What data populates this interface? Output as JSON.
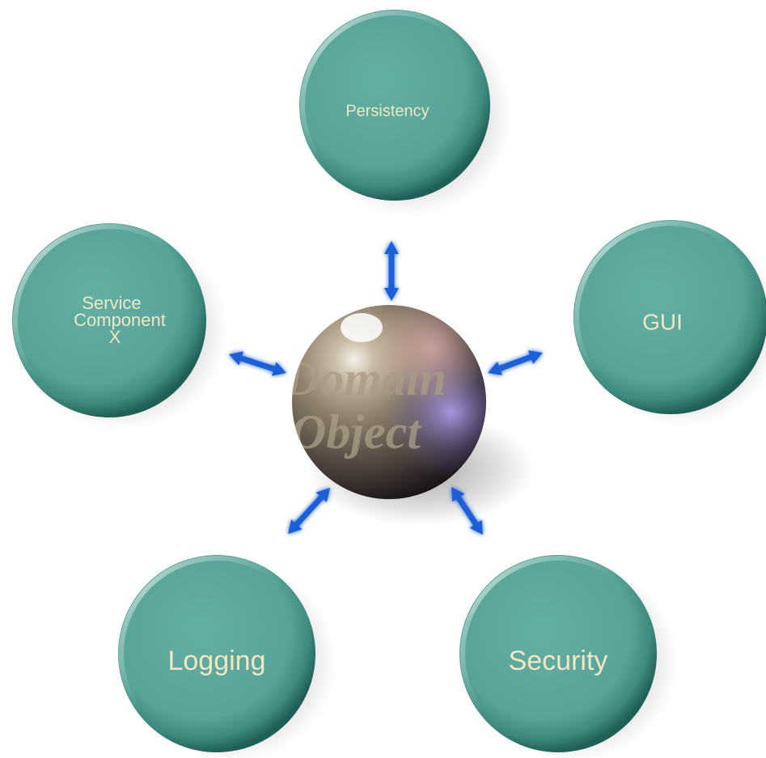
{
  "diagram": {
    "center": {
      "line1": "Domain",
      "line2": "Object"
    },
    "nodes": {
      "persistency": "Persistency",
      "service_line1": "Service",
      "service_line2": "Component",
      "service_line3": "X",
      "gui": "GUI",
      "logging": "Logging",
      "security": "Security"
    }
  },
  "colors": {
    "node_fill": "#5aa59a",
    "node_text": "#f1e6c4",
    "arrow": "#1a5fd6",
    "center_sphere": "#8c7f6b"
  }
}
